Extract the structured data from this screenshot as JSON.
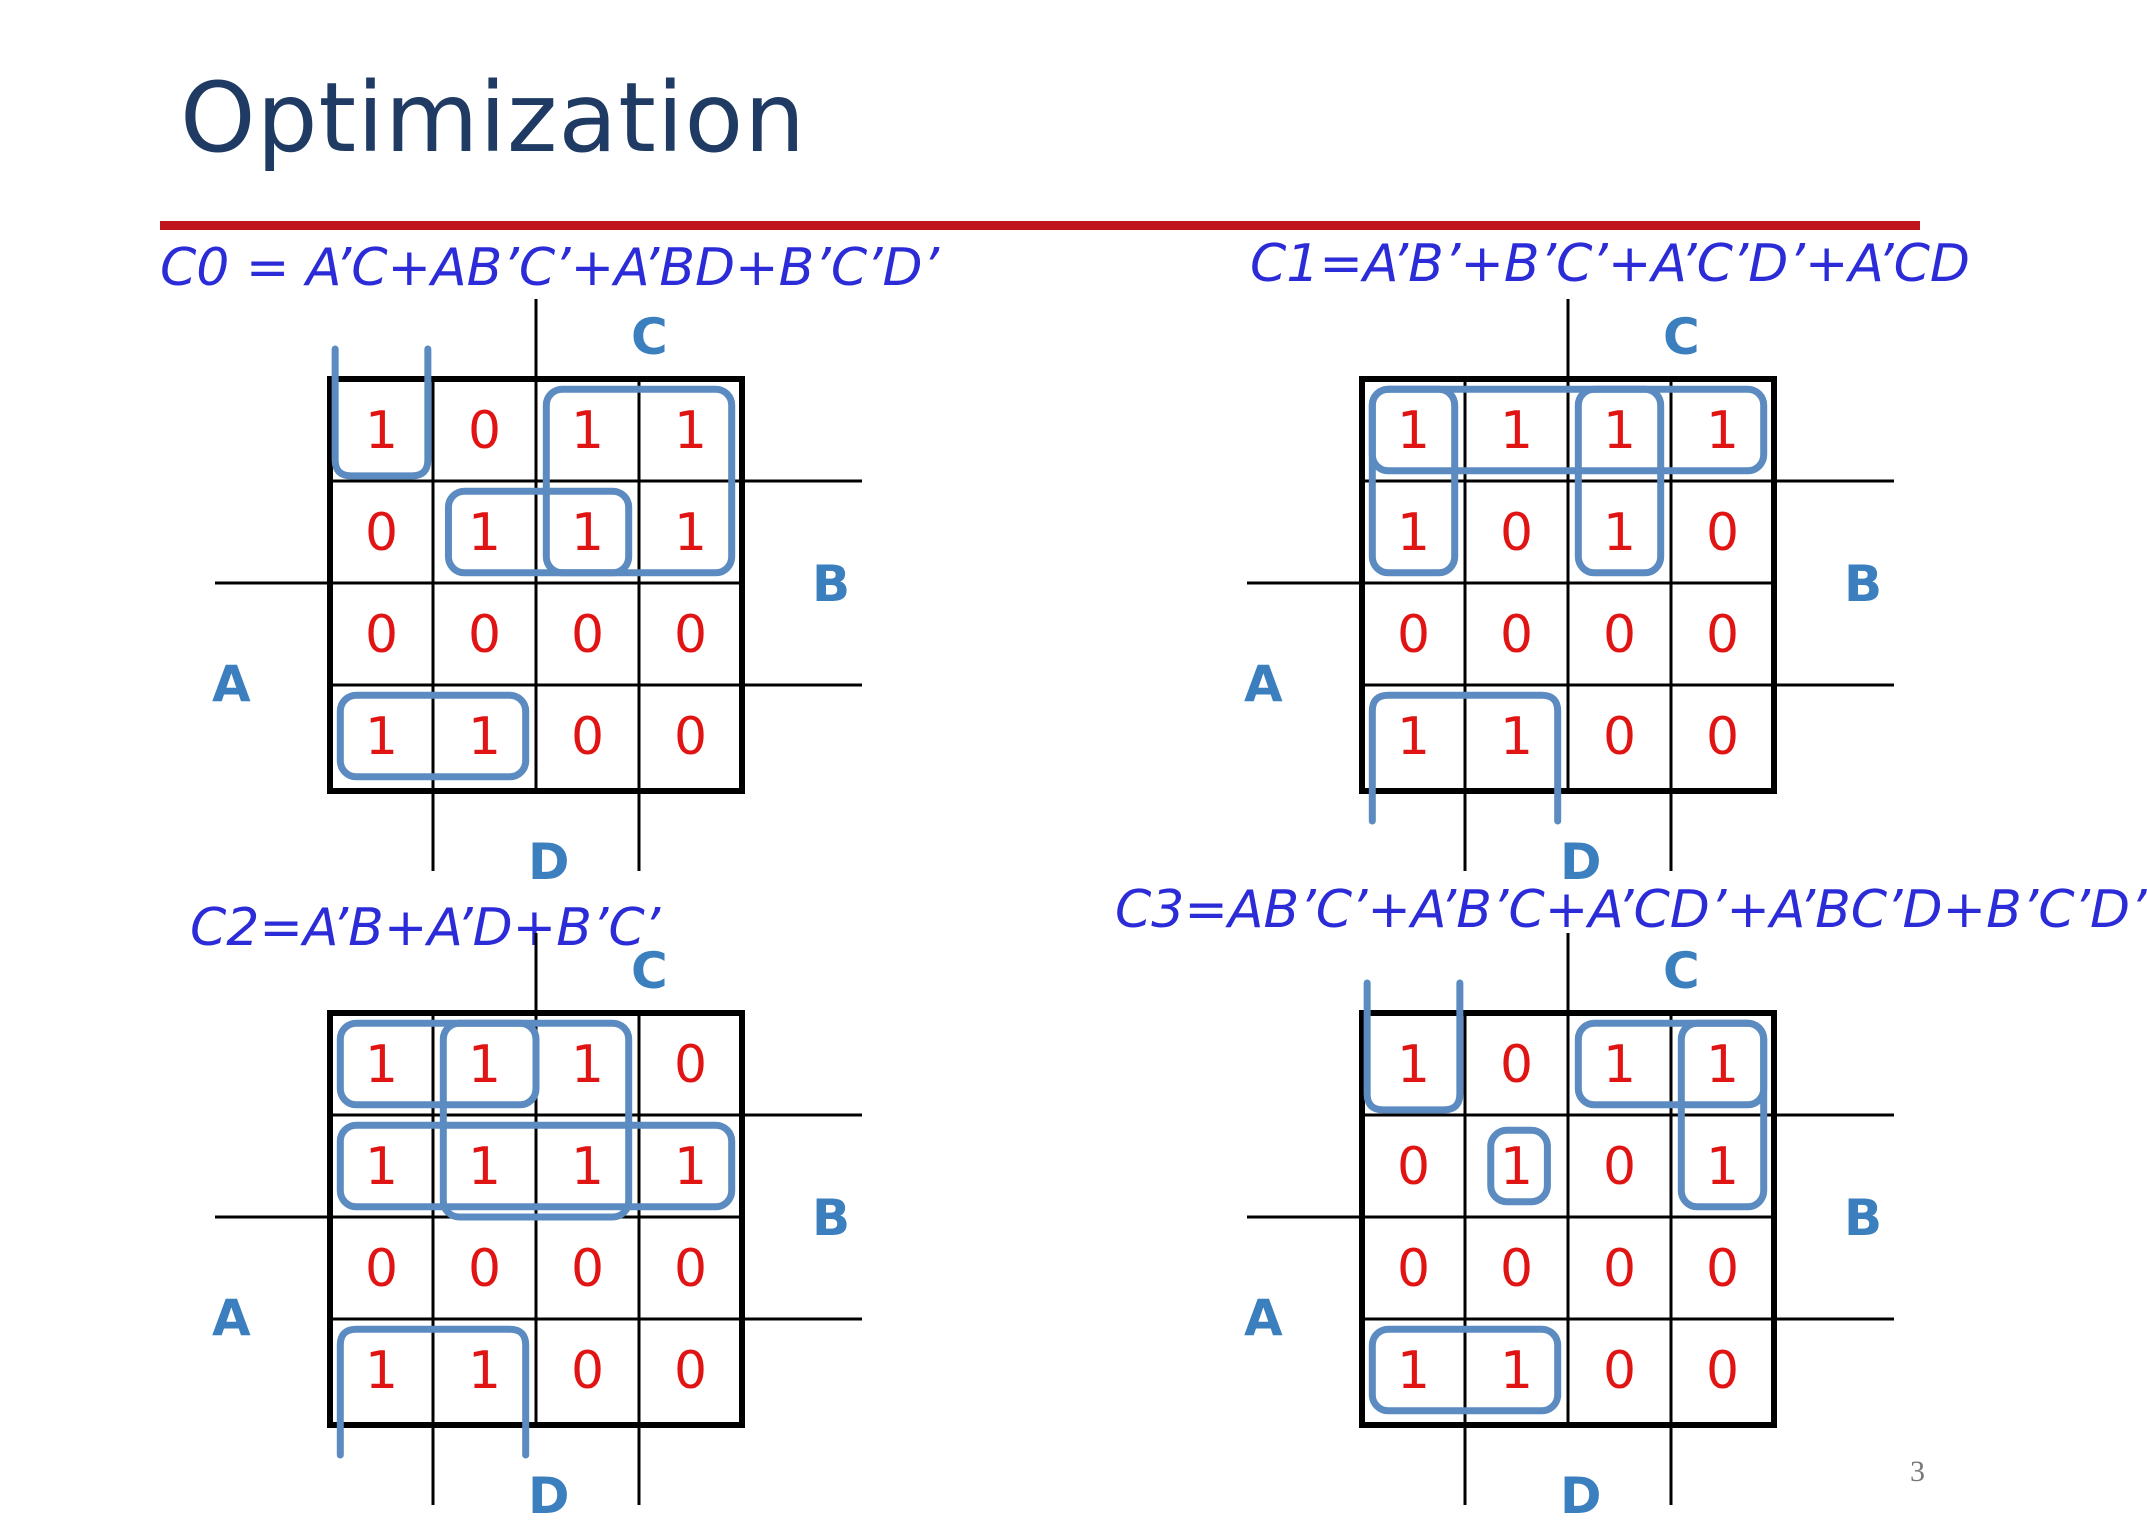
{
  "title": "Optimization",
  "page_number": "3",
  "colors": {
    "title": "#1f3a63",
    "rule": "#c0141c",
    "equation": "#2b2bd8",
    "cell": "#e11414",
    "group": "#5b8bc0",
    "label": "#3b7fbf"
  },
  "labels": {
    "c": "C",
    "d": "D",
    "a": "A",
    "b": "B"
  },
  "kmaps": [
    {
      "equation": "C0 = A’C+AB’C’+A’BD+B’C’D’",
      "cells": [
        [
          "1",
          "0",
          "1",
          "1"
        ],
        [
          "0",
          "1",
          "1",
          "1"
        ],
        [
          "0",
          "0",
          "0",
          "0"
        ],
        [
          "1",
          "1",
          "0",
          "0"
        ]
      ]
    },
    {
      "equation": "C1=A’B’+B’C’+A’C’D’+A’CD",
      "cells": [
        [
          "1",
          "1",
          "1",
          "1"
        ],
        [
          "1",
          "0",
          "1",
          "0"
        ],
        [
          "0",
          "0",
          "0",
          "0"
        ],
        [
          "1",
          "1",
          "0",
          "0"
        ]
      ]
    },
    {
      "equation": "C2=A’B+A’D+B’C’",
      "cells": [
        [
          "1",
          "1",
          "1",
          "0"
        ],
        [
          "1",
          "1",
          "1",
          "1"
        ],
        [
          "0",
          "0",
          "0",
          "0"
        ],
        [
          "1",
          "1",
          "0",
          "0"
        ]
      ]
    },
    {
      "equation": "C3=AB’C’+A’B’C+A’CD’+A’BC’D+B’C’D’",
      "cells": [
        [
          "1",
          "0",
          "1",
          "1"
        ],
        [
          "0",
          "1",
          "0",
          "1"
        ],
        [
          "0",
          "0",
          "0",
          "0"
        ],
        [
          "1",
          "1",
          "0",
          "0"
        ]
      ]
    }
  ]
}
